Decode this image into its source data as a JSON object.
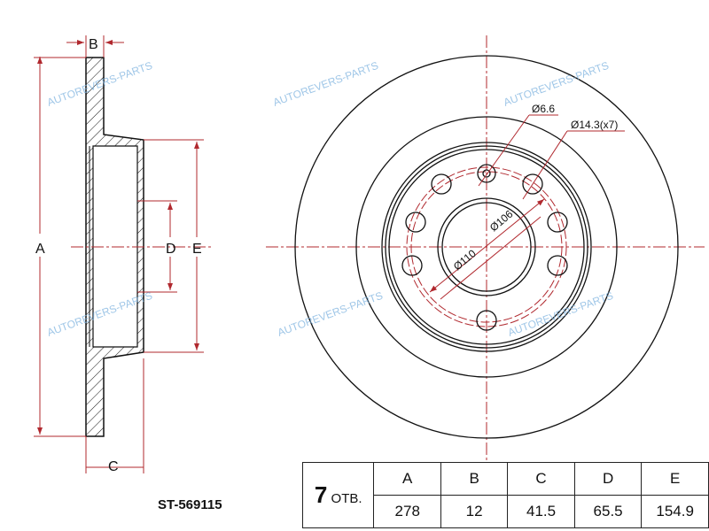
{
  "labels": {
    "A": "A",
    "B": "B",
    "C": "C",
    "D": "D",
    "E": "E"
  },
  "callouts": {
    "small_hole": "Ø6.6",
    "bolt_holes": "Ø14.3(x7)",
    "pcd": "Ø110",
    "hub": "Ø106"
  },
  "part_number": "ST-569115",
  "table": {
    "holes_count": "7",
    "holes_label": "ОТВ.",
    "headers": [
      "A",
      "B",
      "C",
      "D",
      "E"
    ],
    "values": [
      "278",
      "12",
      "41.5",
      "65.5",
      "154.9"
    ]
  },
  "watermark": "AUTOREVERS-PARTS",
  "colors": {
    "dimension": "#b0282e",
    "line": "#111111",
    "watermark": "#7fb4e0"
  }
}
